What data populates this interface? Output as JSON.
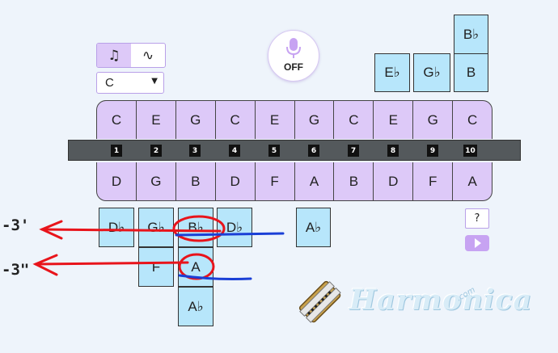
{
  "mode_toggle": {
    "note_icon": "♫",
    "wave_icon": "∿"
  },
  "key_select": {
    "value": "C",
    "caret": "▼"
  },
  "mic": {
    "status": "OFF"
  },
  "top_overblows": [
    "E♭",
    "G♭",
    "B"
  ],
  "top_extra": "B♭",
  "blow_notes": [
    "C",
    "E",
    "G",
    "C",
    "E",
    "G",
    "C",
    "E",
    "G",
    "C"
  ],
  "hole_numbers": [
    "1",
    "2",
    "3",
    "4",
    "5",
    "6",
    "7",
    "8",
    "9",
    "10"
  ],
  "draw_notes": [
    "D",
    "G",
    "B",
    "D",
    "F",
    "A",
    "B",
    "D",
    "F",
    "A"
  ],
  "bends": {
    "row1": [
      "D♭",
      "G♭",
      "B♭",
      "D♭"
    ],
    "hole6_overdraw": "A♭",
    "row2": [
      "F",
      "A"
    ],
    "row3": [
      "A♭"
    ]
  },
  "help_label": "?",
  "annotations": {
    "upper": "-3'",
    "lower": "-3\""
  },
  "logo": {
    "name": "Harmonica",
    "suffix": ".com"
  },
  "colors": {
    "blow_draw": "#ddc9f8",
    "bend": "#b7e6fb",
    "red_mark": "#e8141b",
    "blue_mark": "#1a3fd6"
  }
}
